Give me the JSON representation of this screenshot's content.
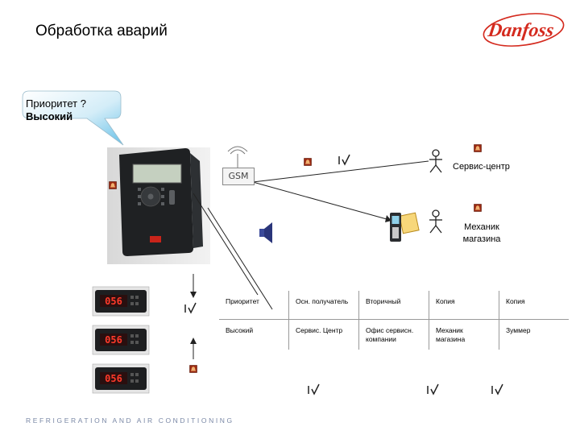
{
  "title": "Обработка аварий",
  "logo_text": "Danfoss",
  "footer": "REFRIGERATION AND AIR CONDITIONING",
  "callout": {
    "line1": "Приоритет ?",
    "line2": "Высокий"
  },
  "gsm_label": "GSM",
  "service_label": "Сервис-центр",
  "mechanic_label_line1": "Механик",
  "mechanic_label_line2": "магазина",
  "controller_display": "056",
  "table": {
    "rows": [
      [
        "Приоритет",
        "Осн. получатель",
        "Вторичный",
        "Копия",
        "Копия"
      ],
      [
        "Высокий",
        "Сервис. Центр",
        "Офис сервисн. компании",
        "Механик магазина",
        "Зуммер"
      ]
    ]
  },
  "colors": {
    "brand": "#d42a1e",
    "footer": "#7a88a6",
    "alarm": "#b5341c"
  }
}
